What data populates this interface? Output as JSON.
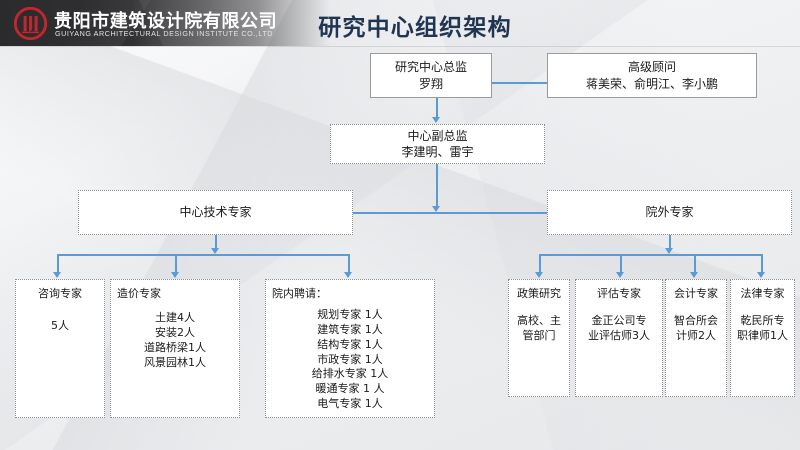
{
  "header": {
    "logo_icon": "company-circle-logo-icon",
    "brand_cn": "贵阳市建筑设计院有限公司",
    "brand_en": "GUIYANG ARCHITECTURAL DESIGN INSTITUTE CO.,LTD",
    "title": "研究中心组织架构",
    "brand_color": "#c1272d",
    "title_color": "#1f3551",
    "band_color": "#2b2b2d"
  },
  "chart": {
    "connector_color": "#5b9bd5",
    "box_border_color": "#9a9a9a",
    "box_fill": "#ffffff"
  },
  "nodes": {
    "director": {
      "title": "研究中心总监",
      "name": "罗翔"
    },
    "advisor": {
      "title": "高级顾问",
      "name": "蒋美荣、俞明江、李小鹏"
    },
    "deputy": {
      "title": "中心副总监",
      "name": "李建明、雷宇"
    },
    "center_tech": {
      "title": "中心技术专家"
    },
    "external": {
      "title": "院外专家"
    },
    "consult": {
      "title": "咨询专家",
      "body": "5人"
    },
    "cost": {
      "title": "造价专家",
      "items": [
        "土建4人",
        "安装2人",
        "道路桥梁1人",
        "风景园林1人"
      ]
    },
    "internal_hire": {
      "title": "院内聘请：",
      "items": [
        "规划专家  1人",
        "建筑专家  1人",
        "结构专家  1人",
        "市政专家  1人",
        "给排水专家  1人",
        "暖通专家  1 人",
        "电气专家  1人"
      ]
    },
    "policy": {
      "title": "政策研究",
      "body_l1": "高校、主",
      "body_l2": "管部门"
    },
    "appraisal": {
      "title": "评估专家",
      "body_l1": "金正公司专",
      "body_l2": "业评估师3人"
    },
    "accounting": {
      "title": "会计专家",
      "body_l1": "智合所会",
      "body_l2": "计师2人"
    },
    "legal": {
      "title": "法律专家",
      "body_l1": "乾民所专",
      "body_l2": "职律师1人"
    }
  }
}
